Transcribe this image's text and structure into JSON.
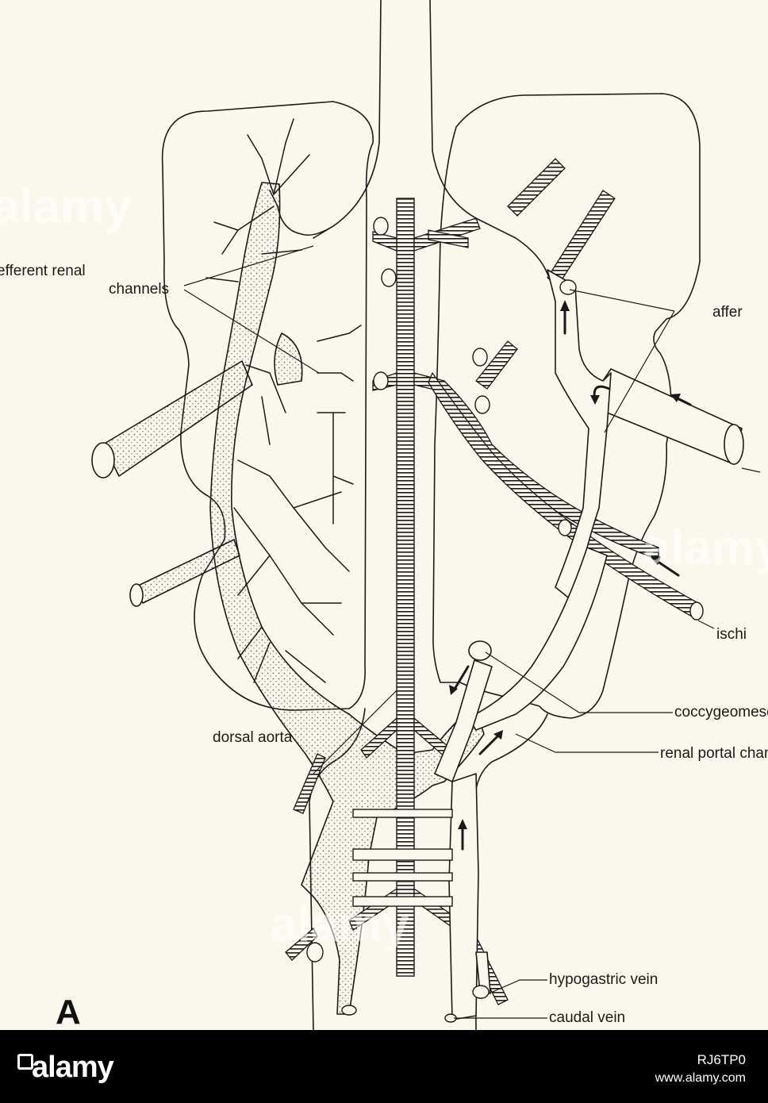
{
  "figure": {
    "panel_letter": "A",
    "labels": {
      "efferent_line1": "efferent renal",
      "efferent_line2": "channels",
      "afferent": "affer",
      "ischi": "ischi",
      "coccygeomese": "coccygeomese",
      "dorsal_aorta": "dorsal aorta",
      "renal_portal": "renal portal chan",
      "hypogastric": "hypogastric vein",
      "caudal": "caudal vein"
    },
    "colors": {
      "paper": "#faf8ec",
      "ink": "#1a1a1a",
      "stipple": "#6a6a6a"
    }
  },
  "watermark": {
    "text": "alamy"
  },
  "footer": {
    "brand": "alamy",
    "image_id": "RJ6TP0",
    "site": "www.alamy.com",
    "background": "#000000"
  }
}
